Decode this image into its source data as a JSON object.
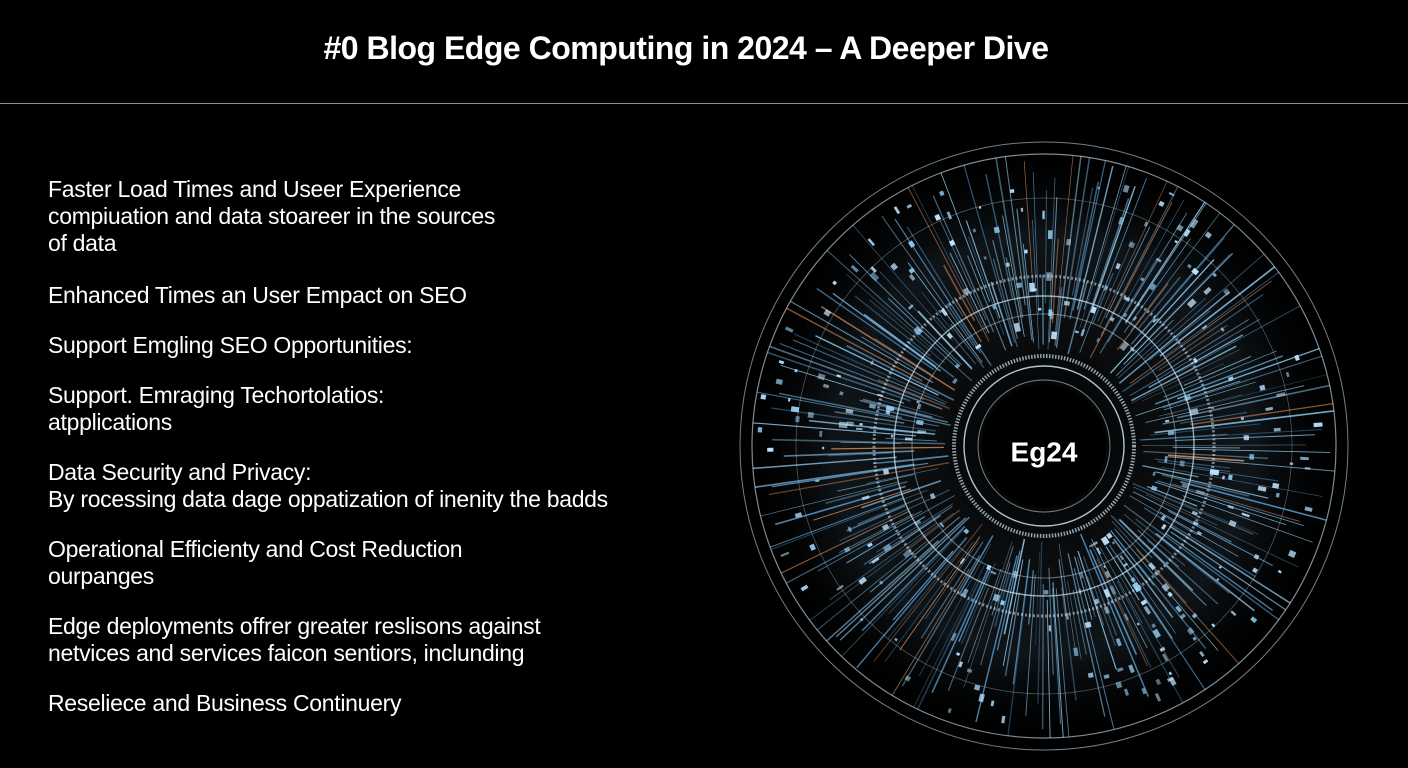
{
  "header": {
    "title": "#0 Blog Edge Computing in 2024 – A Deeper Dive"
  },
  "content": {
    "items": [
      {
        "lines": [
          "Faster Load Times and Useer Experience",
          "compiuation and data stoareer in the sources",
          "of data"
        ]
      },
      {
        "lines": [
          "Enhanced Times an User Empact on SEO"
        ]
      },
      {
        "lines": [
          "Support Emgling SEO Opportunities:"
        ]
      },
      {
        "lines": [
          "Support. Emraging Techortolatios:",
          "atpplications"
        ]
      },
      {
        "lines": [
          "Data Security and Privacy:",
          "By rocessing data dage oppatization of inenity the badds"
        ]
      },
      {
        "lines": [
          "Operational Efficienty and Cost Reduction",
          "ourpanges"
        ]
      },
      {
        "lines": [
          "Edge deployments offrer greater reslisons against",
          "netvices and services faicon sentiors, inclunding"
        ]
      },
      {
        "lines": [
          "Reseliece and Business Continuery"
        ]
      }
    ]
  },
  "visual": {
    "center_label": "Eg24",
    "colors": {
      "background": "#000000",
      "ring": "#cfe8f7",
      "line_primary": "#8fc9ee",
      "line_secondary": "#5f9fd0",
      "line_accent": "#d88c5c",
      "glow": "#bfe4ff"
    },
    "icon": "radial-network-burst"
  }
}
